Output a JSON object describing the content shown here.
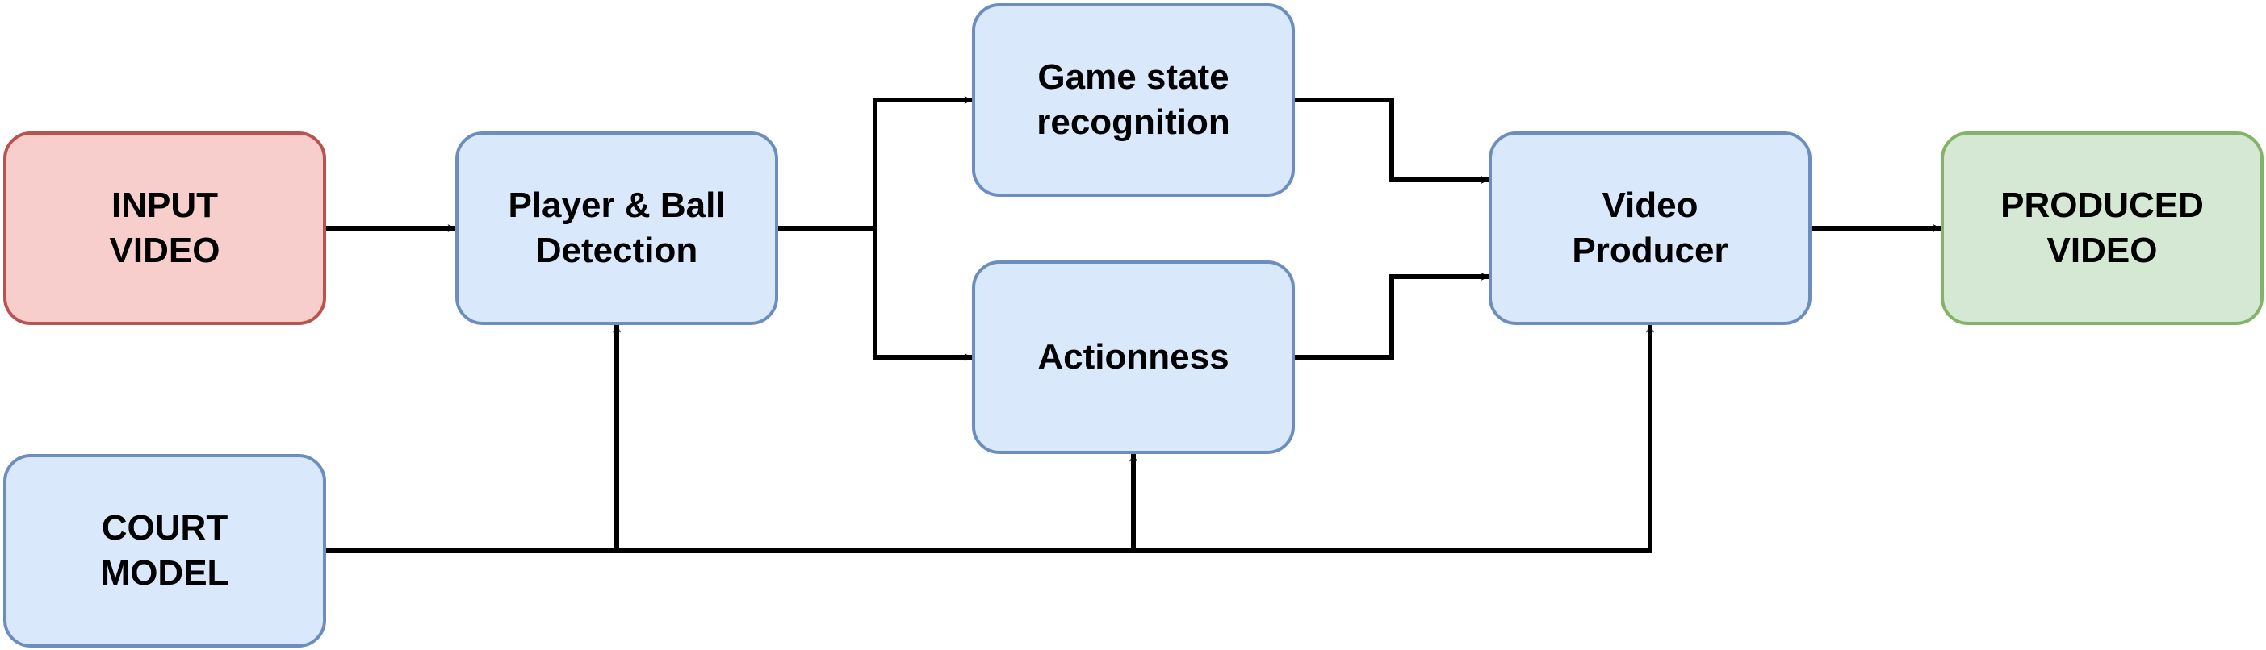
{
  "colors": {
    "default_fill": "#dae8fc",
    "default_stroke": "#6c8ebf",
    "input_fill": "#f8cecc",
    "input_stroke": "#b85450",
    "output_fill": "#d5e8d4",
    "output_stroke": "#82b366",
    "edge": "#000000"
  },
  "nodes": {
    "input_video": {
      "label": "INPUT\nVIDEO",
      "style": "input"
    },
    "court_model": {
      "label": "COURT\nMODEL",
      "style": "default"
    },
    "player_ball_detection": {
      "label": "Player & Ball\nDetection",
      "style": "default"
    },
    "game_state_recognition": {
      "label": "Game state\nrecognition",
      "style": "default"
    },
    "actionness": {
      "label": "Actionness",
      "style": "default"
    },
    "video_producer": {
      "label": "Video\nProducer",
      "style": "default"
    },
    "produced_video": {
      "label": "PRODUCED\nVIDEO",
      "style": "output"
    }
  },
  "edges": [
    {
      "from": "input_video",
      "to": "player_ball_detection"
    },
    {
      "from": "player_ball_detection",
      "to": "game_state_recognition"
    },
    {
      "from": "player_ball_detection",
      "to": "actionness"
    },
    {
      "from": "game_state_recognition",
      "to": "video_producer"
    },
    {
      "from": "actionness",
      "to": "video_producer"
    },
    {
      "from": "video_producer",
      "to": "produced_video"
    },
    {
      "from": "court_model",
      "to": "player_ball_detection"
    },
    {
      "from": "court_model",
      "to": "actionness"
    },
    {
      "from": "court_model",
      "to": "video_producer"
    }
  ]
}
